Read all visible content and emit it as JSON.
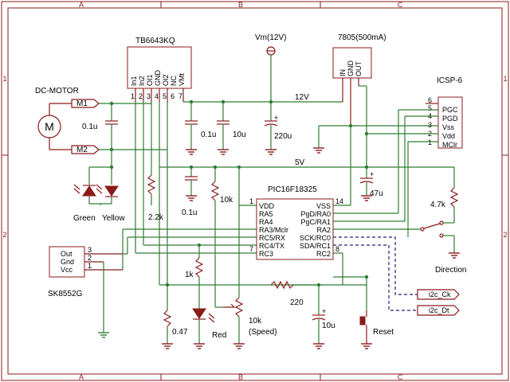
{
  "frame": {
    "col_labels": [
      "A",
      "B",
      "C"
    ],
    "row_labels": [
      "1",
      "2"
    ]
  },
  "motor_driver": {
    "name": "TB6643KQ",
    "pins": [
      "In1",
      "In2",
      "OI1",
      "GND",
      "OI2",
      "NC",
      "VMt"
    ],
    "pin_numbers": [
      "1",
      "2",
      "3",
      "4",
      "5",
      "6",
      "7"
    ]
  },
  "regulator": {
    "name": "7805(500mA)",
    "pins": [
      "IN",
      "GND",
      "OUT"
    ]
  },
  "vm_label": "Vm(12V)",
  "rail_12v": "12V",
  "rail_5v": "5V",
  "motor": {
    "name": "DC-MOTOR",
    "symbol": "M",
    "m1": "M1",
    "m2": "M2"
  },
  "caps": {
    "motor": "0.1u",
    "c12a": "0.1u",
    "c12b": "10u",
    "c12c": "220u",
    "c5a": "0.1u",
    "c5b": "47u",
    "c10u": "10u"
  },
  "resistors": {
    "r22k": "2.2k",
    "r10k": "10k",
    "r1k": "1k",
    "r047": "0.47",
    "r220": "220",
    "r47k": "4.7k",
    "pot": "10k",
    "pot_label": "(Speed)"
  },
  "leds": {
    "green": "Green",
    "yellow": "Yellow",
    "red": "Red"
  },
  "sensor": {
    "name": "SK8552G",
    "pins": [
      "Out",
      "Gnd",
      "Vcc"
    ],
    "pin_numbers": [
      "3",
      "2",
      "1"
    ]
  },
  "mcu": {
    "name": "PIC16F18325",
    "left_pins": [
      "VDD",
      "RA5",
      "RA4",
      "RA3/Mclr",
      "RC5/RX",
      "RC4/TX",
      "RC3"
    ],
    "right_pins": [
      "VSS",
      "PgD/RA0",
      "PgC/RA1",
      "RA2",
      "SCK/RC0",
      "SDA/RC1",
      "RC2"
    ],
    "pin1": "1",
    "pin7": "7",
    "pin14": "14",
    "pin8": "8"
  },
  "icsp": {
    "name": "ICSP-6",
    "pins": [
      "PGC",
      "PGD",
      "Vss",
      "Vdd",
      "MClr"
    ],
    "pin_numbers": [
      "6",
      "5",
      "4",
      "3",
      "2",
      "1"
    ]
  },
  "switch": {
    "label": "Direction"
  },
  "reset": {
    "label": "Reset"
  },
  "i2c": {
    "clk": "i2c_Ck",
    "dat": "i2c_Dt"
  }
}
